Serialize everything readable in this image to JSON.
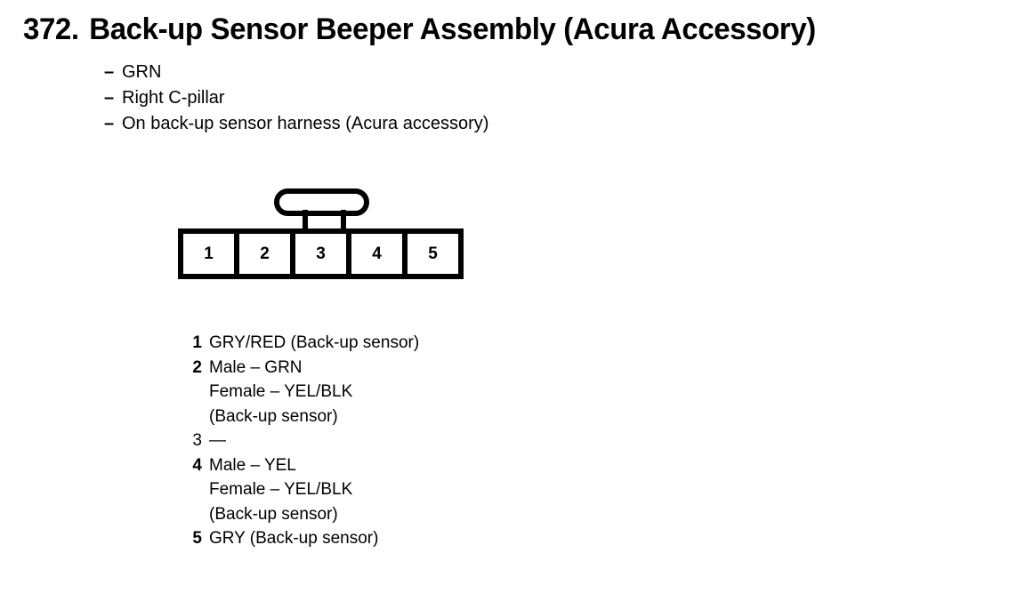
{
  "title": {
    "number": "372.",
    "text": "Back-up Sensor Beeper Assembly (Acura Accessory)"
  },
  "spec_list": {
    "dash": "–",
    "items": [
      "GRN",
      "Right C-pillar",
      "On back-up sensor harness (Acura accessory)"
    ]
  },
  "connector": {
    "name": "5-pin connector",
    "pins": [
      "1",
      "2",
      "3",
      "4",
      "5"
    ],
    "latch": "locking-tab"
  },
  "legend": {
    "rows": [
      {
        "pin": "1",
        "lines": [
          "GRY/RED (Back-up sensor)"
        ]
      },
      {
        "pin": "2",
        "lines": [
          "Male – GRN",
          "Female – YEL/BLK",
          "(Back-up sensor)"
        ]
      },
      {
        "pin": "3",
        "lines": [
          "—"
        ]
      },
      {
        "pin": "4",
        "lines": [
          "Male – YEL",
          "Female – YEL/BLK",
          "(Back-up sensor)"
        ]
      },
      {
        "pin": "5",
        "lines": [
          "GRY (Back-up sensor)"
        ]
      }
    ]
  },
  "colors": {
    "ink": "#000000",
    "background": "#ffffff"
  }
}
